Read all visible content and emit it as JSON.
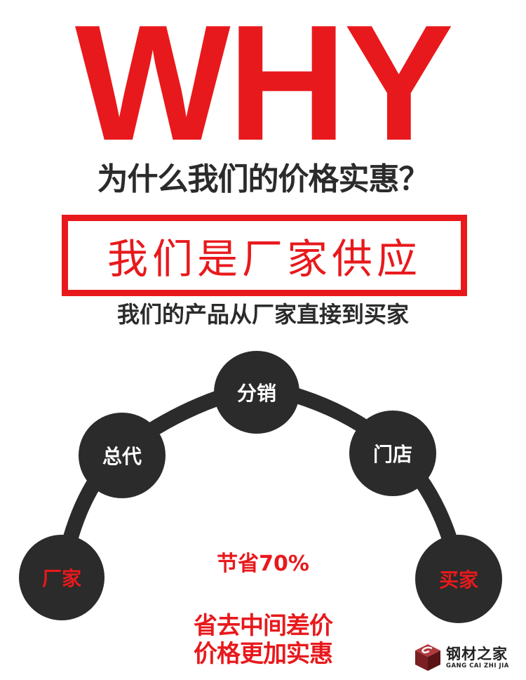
{
  "header": {
    "title": "WHY",
    "question": "为什么我们的价格实惠？"
  },
  "banner": {
    "text": "我们是厂家供应"
  },
  "subtitle": "我们的产品从厂家直接到买家",
  "diagram": {
    "nodes": [
      {
        "label": "厂家",
        "color": "#e8191c"
      },
      {
        "label": "总代",
        "color": "#ffffff"
      },
      {
        "label": "分销",
        "color": "#ffffff"
      },
      {
        "label": "门店",
        "color": "#ffffff"
      },
      {
        "label": "买家",
        "color": "#e8191c"
      }
    ],
    "savings": "节省70%"
  },
  "slogan": {
    "line1": "省去中间差价",
    "line2": "价格更加实惠"
  },
  "logo": {
    "icon": "cube-g-logo-icon",
    "name_cn": "钢材之家",
    "name_en": "GANG CAI ZHI JIA"
  },
  "colors": {
    "accent": "#e8191c",
    "dark": "#2b2b2b",
    "logo": "#7a1f22"
  }
}
